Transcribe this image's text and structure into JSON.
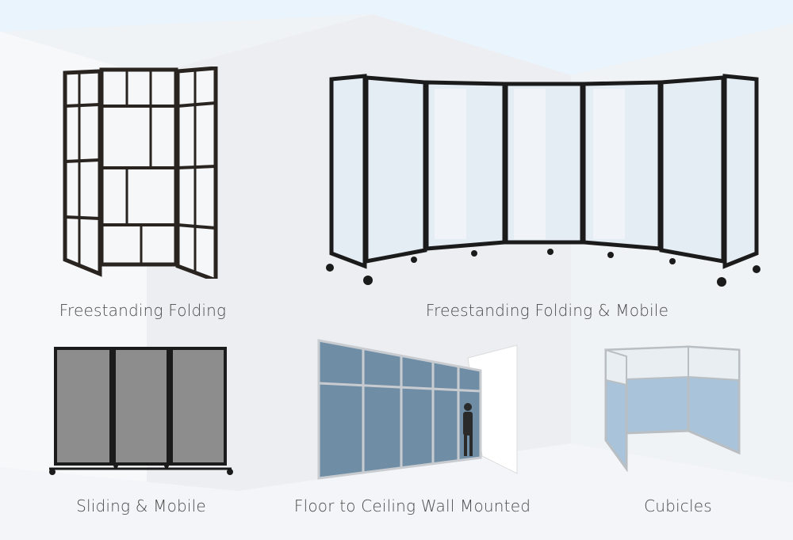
{
  "products": [
    {
      "id": "freestanding-folding",
      "label": "Freestanding Folding"
    },
    {
      "id": "freestanding-folding-mobile",
      "label": "Freestanding Folding & Mobile"
    },
    {
      "id": "sliding-mobile",
      "label": "Sliding & Mobile"
    },
    {
      "id": "floor-to-ceiling-wall-mounted",
      "label": "Floor to Ceiling Wall Mounted"
    },
    {
      "id": "cubicles",
      "label": "Cubicles"
    }
  ],
  "colors": {
    "background": "#eaf4fd",
    "panel_light": "#eef1f4",
    "frame_dark": "#2a2420",
    "frame_black": "#1b1b1b",
    "translucent": "#e6eef6",
    "fabric_gray": "#8d8d8d",
    "wall_blue": "#6f8ea6",
    "cubicle_blue": "#a9c4da",
    "text": "#4a4a4a"
  }
}
